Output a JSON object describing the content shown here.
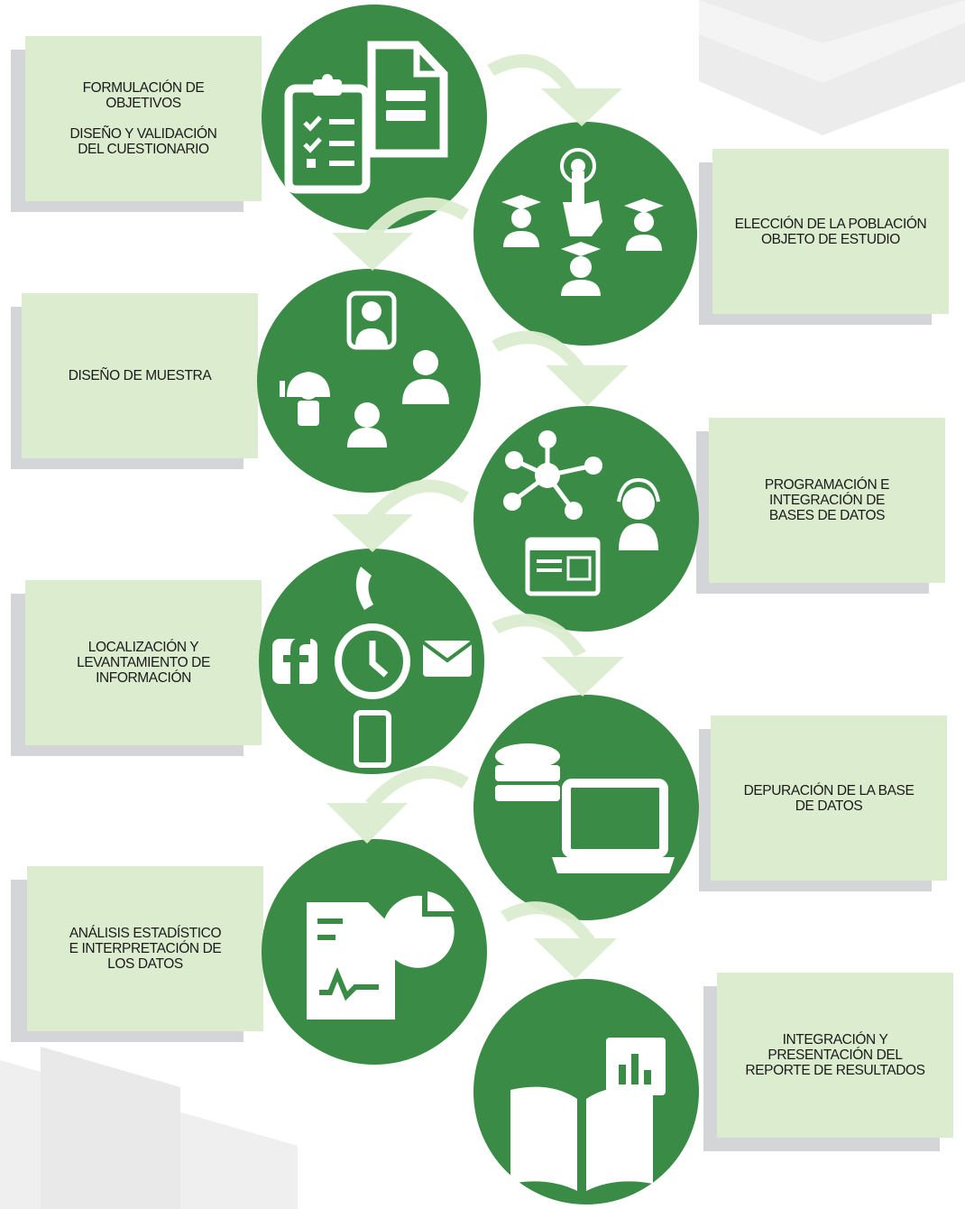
{
  "steps": [
    {
      "label": "FORMULACIÓN DE\nOBJETIVOS\n\nDISEÑO Y VALIDACIÓN\nDEL CUESTIONARIO",
      "icon": "clipboard-document-icon"
    },
    {
      "label": "ELECCIÓN DE LA POBLACIÓN\nOBJETO DE ESTUDIO",
      "icon": "touch-graduates-icon"
    },
    {
      "label": "DISEÑO DE MUESTRA",
      "icon": "people-professions-icon"
    },
    {
      "label": "PROGRAMACIÓN E\nINTEGRACIÓN DE\nBASES DE DATOS",
      "icon": "network-operator-icon"
    },
    {
      "label": "LOCALIZACIÓN Y\nLEVANTAMIENTO DE\nINFORMACIÓN",
      "icon": "contact-channels-icon"
    },
    {
      "label": "DEPURACIÓN DE LA BASE\nDE DATOS",
      "icon": "database-laptop-icon"
    },
    {
      "label": "ANÁLISIS ESTADÍSTICO\nE INTERPRETACIÓN DE\nLOS DATOS",
      "icon": "report-pie-chart-icon"
    },
    {
      "label": "INTEGRACIÓN Y\nPRESENTACIÓN DEL\nREPORTE DE RESULTADOS",
      "icon": "book-bar-chart-icon"
    }
  ],
  "colors": {
    "circle": "#3a8b45",
    "box": "#dcedcf",
    "arrow": "#dcedcf",
    "shadow": "#d3d5d8",
    "deco": "#ececec"
  }
}
